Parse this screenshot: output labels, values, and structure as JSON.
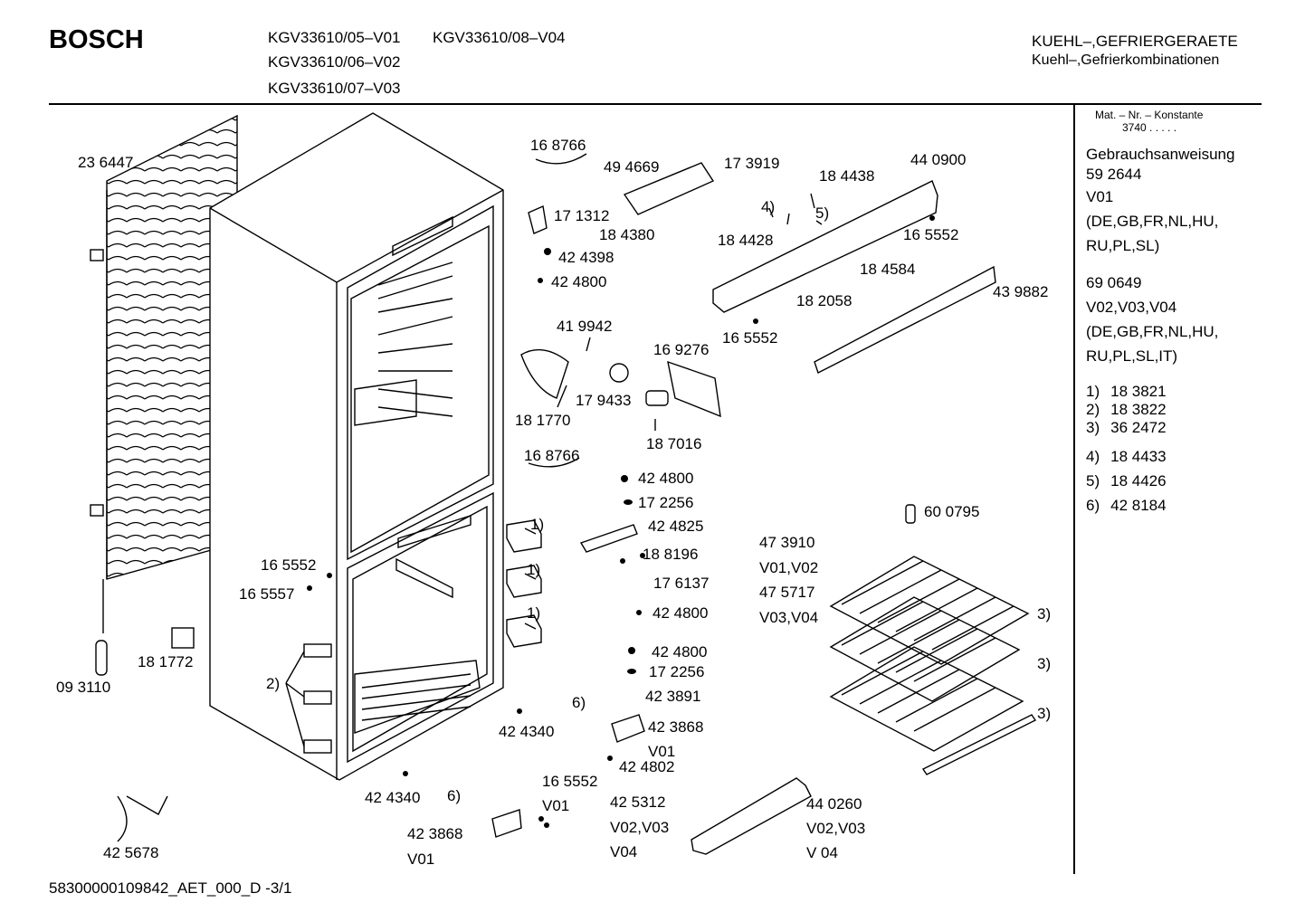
{
  "header": {
    "brand": "BOSCH",
    "models": [
      "KGV33610/05–V01",
      "KGV33610/08–V04",
      "KGV33610/06–V02",
      "KGV33610/07–V03"
    ],
    "category_line1": "KUEHL–,GEFRIERGERAETE",
    "category_line2": "Kuehl–,Gefrierkombinationen"
  },
  "sidebar": {
    "mat_label": "Mat. – Nr. – Konstante",
    "mat_value": "3740  .   .   .   .   .",
    "manual_title": "Gebrauchsanweisung",
    "manual1_number": "59 2644",
    "manual1_version": "V01",
    "manual1_lang1": "(DE,GB,FR,NL,HU,",
    "manual1_lang2": "RU,PL,SL)",
    "manual2_number": "69 0649",
    "manual2_version": "V02,V03,V04",
    "manual2_lang1": "(DE,GB,FR,NL,HU,",
    "manual2_lang2": "RU,PL,SL,IT)",
    "notes": [
      {
        "idx": "1)",
        "part": "18 3821"
      },
      {
        "idx": "2)",
        "part": "18 3822"
      },
      {
        "idx": "3)",
        "part": "36 2472"
      },
      {
        "idx": "4)",
        "part": "18 4433"
      },
      {
        "idx": "5)",
        "part": "18 4426"
      },
      {
        "idx": "6)",
        "part": "42 8184"
      }
    ]
  },
  "labels": {
    "p236447": "23 6447",
    "p093110": "09 3110",
    "p181772": "18 1772",
    "p425678": "42 5678",
    "p165552a": "16 5552",
    "p165557": "16 5557",
    "n2": "2)",
    "p424340a": "42 4340",
    "p424340b": "42 4340",
    "n6a": "6)",
    "p423868a": "42 3868",
    "v01a": "V01",
    "p168766a": "16 8766",
    "p494669": "49 4669",
    "p173919": "17 3919",
    "p184438": "18 4438",
    "p440900": "44 0900",
    "p171312": "17 1312",
    "p184380": "18 4380",
    "n4": "4)",
    "n5": "5)",
    "p184428": "18 4428",
    "p165552b": "16 5552",
    "p424398": "42 4398",
    "p424800a": "42 4800",
    "p184584": "18 4584",
    "p439882": "43 9882",
    "p182058": "18 2058",
    "p165552c": "16 5552",
    "p419942": "41 9942",
    "p169276": "16 9276",
    "p179433": "17 9433",
    "p181770": "18 1770",
    "p187016": "18 7016",
    "p168766b": "16 8766",
    "p424800b": "42 4800",
    "p172256a": "17 2256",
    "p424825": "42 4825",
    "p188196": "18 8196",
    "p176137": "17 6137",
    "p424800c": "42 4800",
    "p424800d": "42 4800",
    "p172256b": "17 2256",
    "p423891": "42 3891",
    "n6b": "6)",
    "p423868b": "42 3868",
    "v01b": "V01",
    "p424802": "42 4802",
    "p165552d": "16 5552",
    "v01c": "V01",
    "p425312": "42 5312",
    "v0203a": "V02,V03",
    "v04a": "V04",
    "n1a": "1)",
    "n1b": "1)",
    "n1c": "1)",
    "p600795": "60 0795",
    "p473910": "47 3910",
    "v0102": "V01,V02",
    "p475717": "47 5717",
    "v0304": "V03,V04",
    "n3a": "3)",
    "n3b": "3)",
    "n3c": "3)",
    "p440260": "44 0260",
    "v0203b": "V02,V03",
    "v04b": "V 04"
  },
  "footer": "58300000109842_AET_000_D -3/1"
}
